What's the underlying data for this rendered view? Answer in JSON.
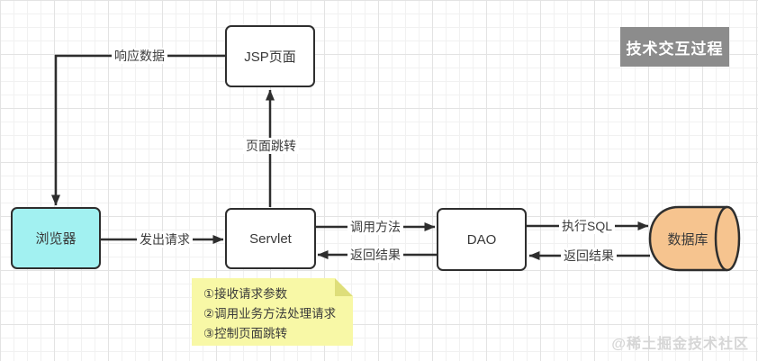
{
  "title": {
    "label": "技术交互过程"
  },
  "nodes": {
    "jsp": {
      "label": "JSP页面"
    },
    "browser": {
      "label": "浏览器"
    },
    "servlet": {
      "label": "Servlet"
    },
    "dao": {
      "label": "DAO"
    },
    "database": {
      "label": "数据库"
    }
  },
  "edges": {
    "response_data": {
      "label": "响应数据",
      "from": "jsp",
      "to": "browser"
    },
    "send_request": {
      "label": "发出请求",
      "from": "browser",
      "to": "servlet"
    },
    "page_jump": {
      "label": "页面跳转",
      "from": "servlet",
      "to": "jsp"
    },
    "call_method": {
      "label": "调用方法",
      "from": "servlet",
      "to": "dao"
    },
    "return_result_dao_servlet": {
      "label": "返回结果",
      "from": "dao",
      "to": "servlet"
    },
    "execute_sql": {
      "label": "执行SQL",
      "from": "dao",
      "to": "database"
    },
    "return_result_db_dao": {
      "label": "返回结果",
      "from": "database",
      "to": "dao"
    }
  },
  "note": {
    "lines": [
      "①接收请求参数",
      "②调用业务方法处理请求",
      "③控制页面跳转"
    ]
  },
  "watermark": {
    "label": "@稀土掘金技术社区"
  },
  "colors": {
    "stroke": "#2e2e2e",
    "browser_fill": "#a2f1f1",
    "database_fill": "#f6c48f",
    "note_fill": "#f8f8a6",
    "note_fold": "#dede7a",
    "title_bg": "#8c8c8c",
    "watermark": "#d6d6d6"
  }
}
